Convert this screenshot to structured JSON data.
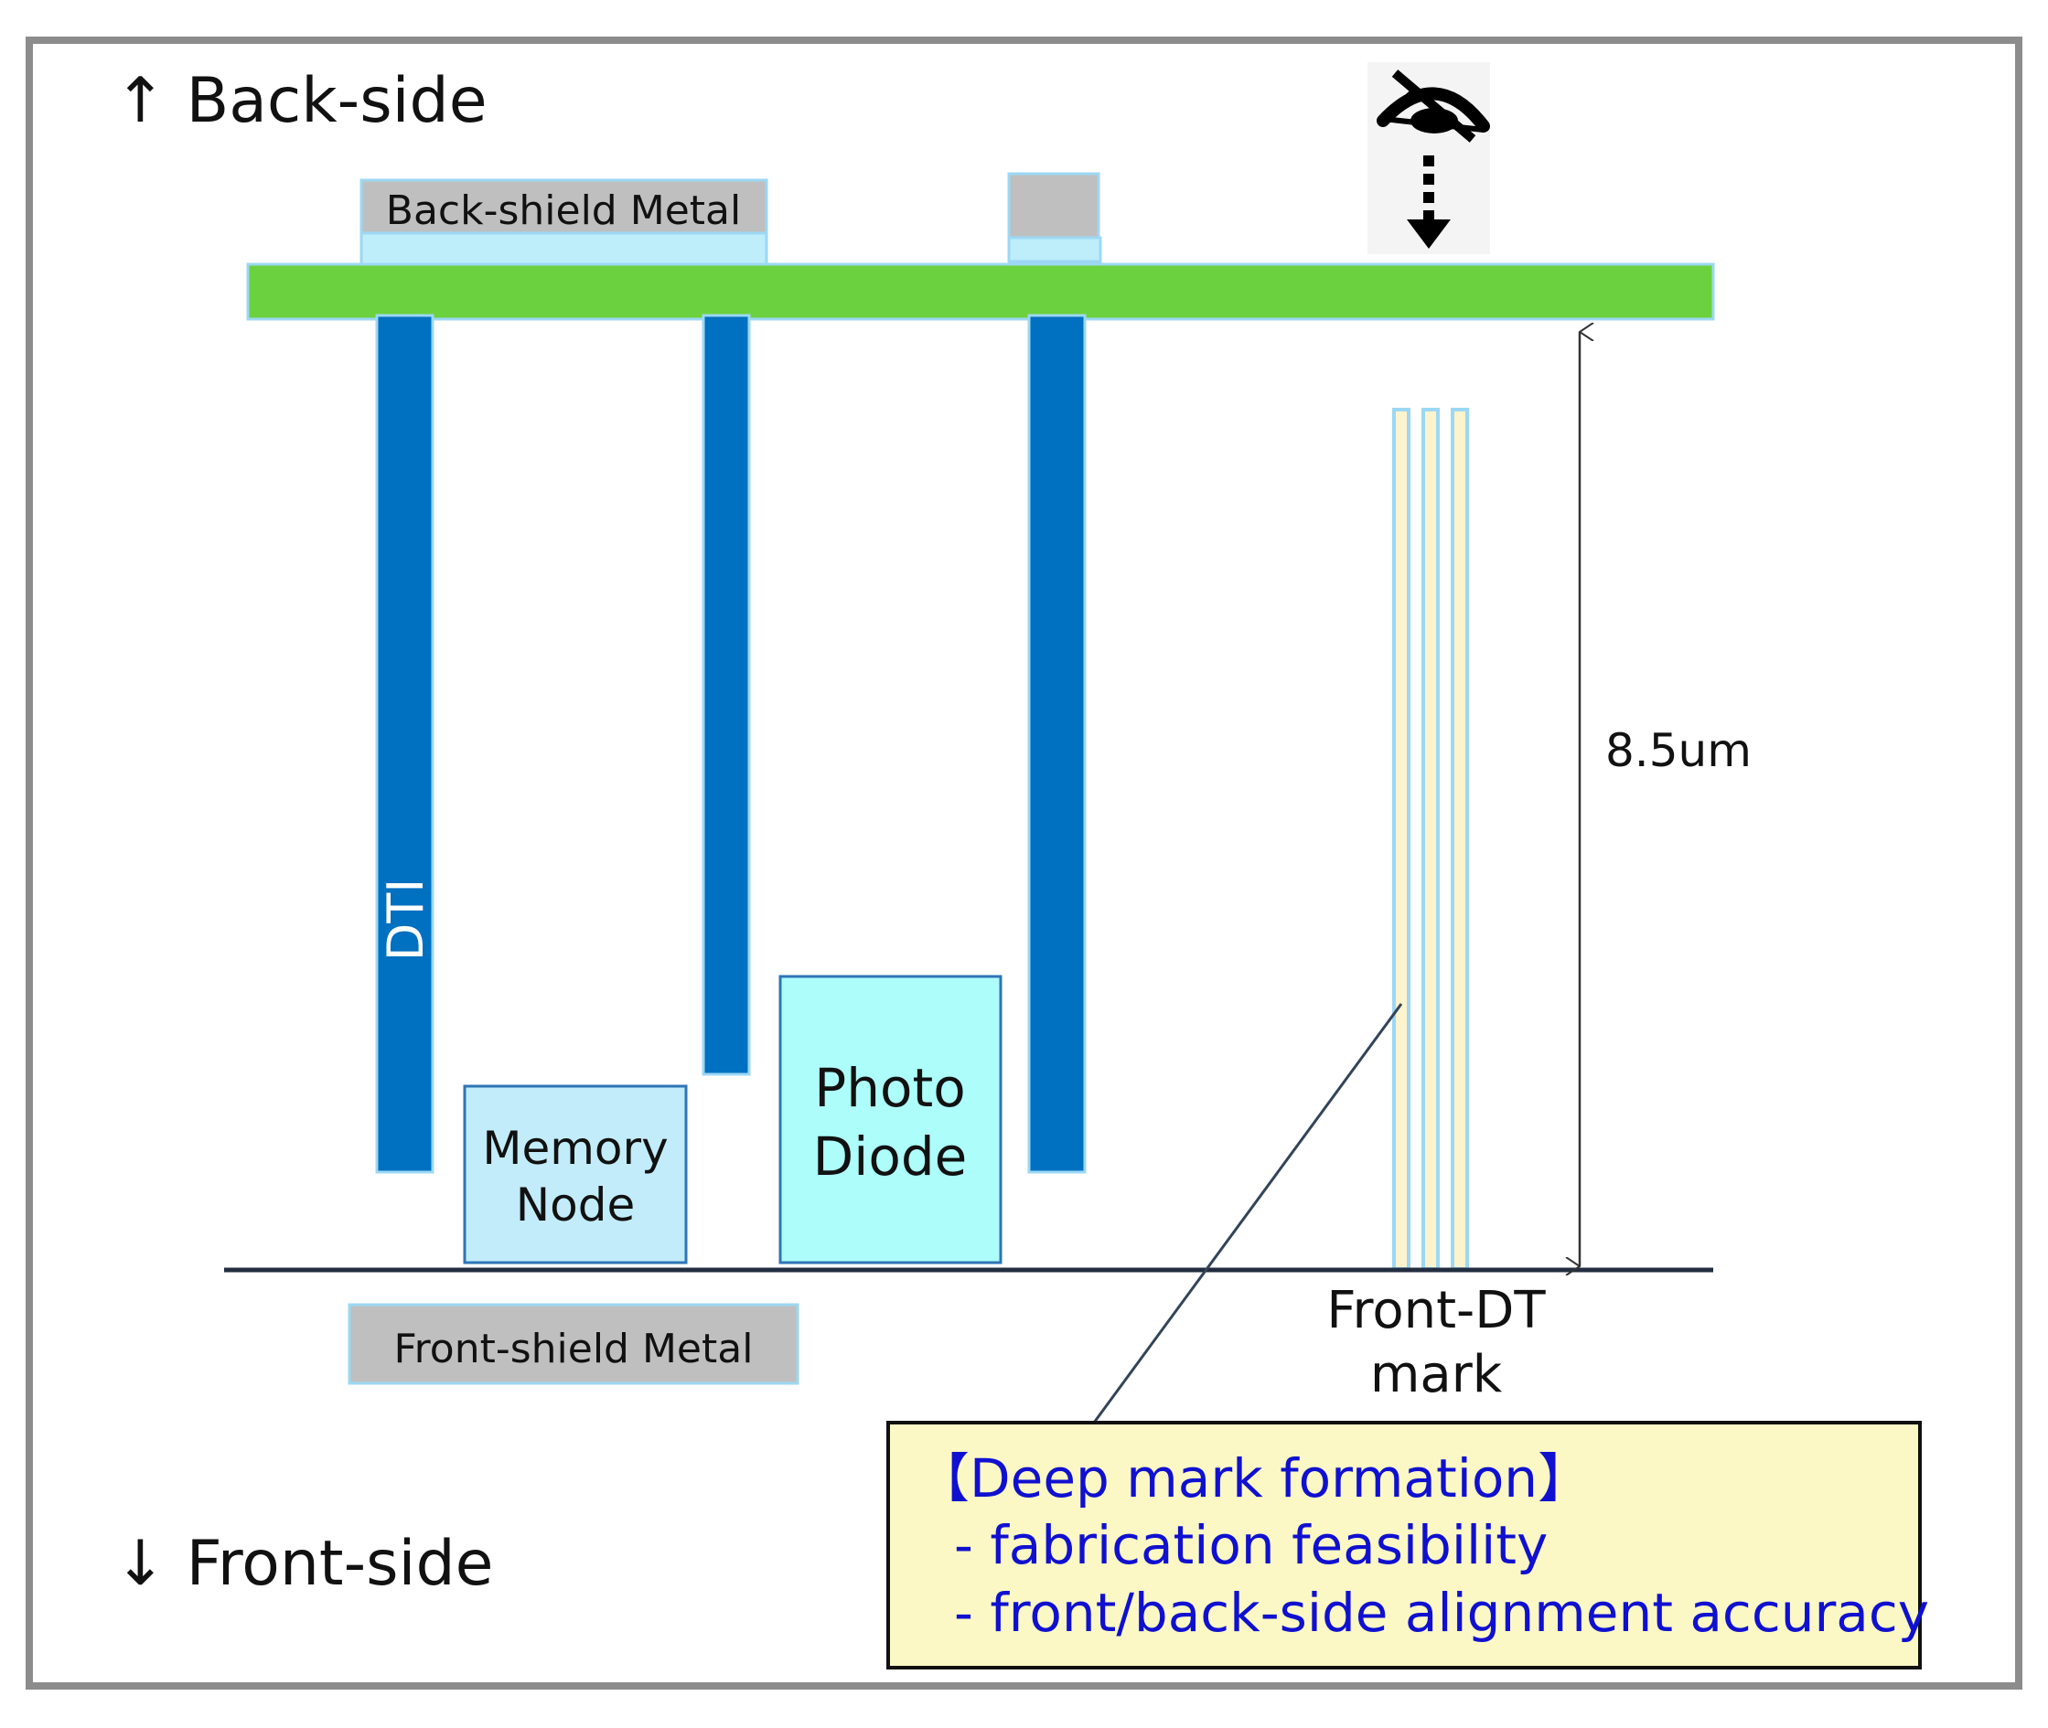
{
  "labels": {
    "back_side": "↑ Back-side",
    "front_side": "↓ Front-side",
    "back_shield_metal": "Back-shield Metal",
    "front_shield_metal": "Front-shield Metal",
    "dti": "DTI",
    "memory_node": [
      "Memory",
      "Node"
    ],
    "photo_diode": [
      "Photo",
      "Diode"
    ],
    "thickness": "8.5um",
    "front_dt_mark": [
      "Front-DT",
      "mark"
    ]
  },
  "callout": {
    "title": "【Deep mark formation】",
    "items": [
      "- fabrication feasibility",
      "- front/back-side alignment accuracy"
    ]
  },
  "icons": [
    "eye-icon",
    "down-arrow-icon"
  ],
  "colors": {
    "substrate": "#6cd13e",
    "dti": "#0070c0",
    "metal": "#bfbfbf",
    "liner": "#bdeefa",
    "memory_node": "#c2ecfa",
    "photo_diode": "#adfdfa",
    "callout_bg": "#fbf8c5",
    "callout_text": "#1010d0",
    "mark_fill": "#fdf3cd",
    "mark_border": "#9cd8f4"
  }
}
